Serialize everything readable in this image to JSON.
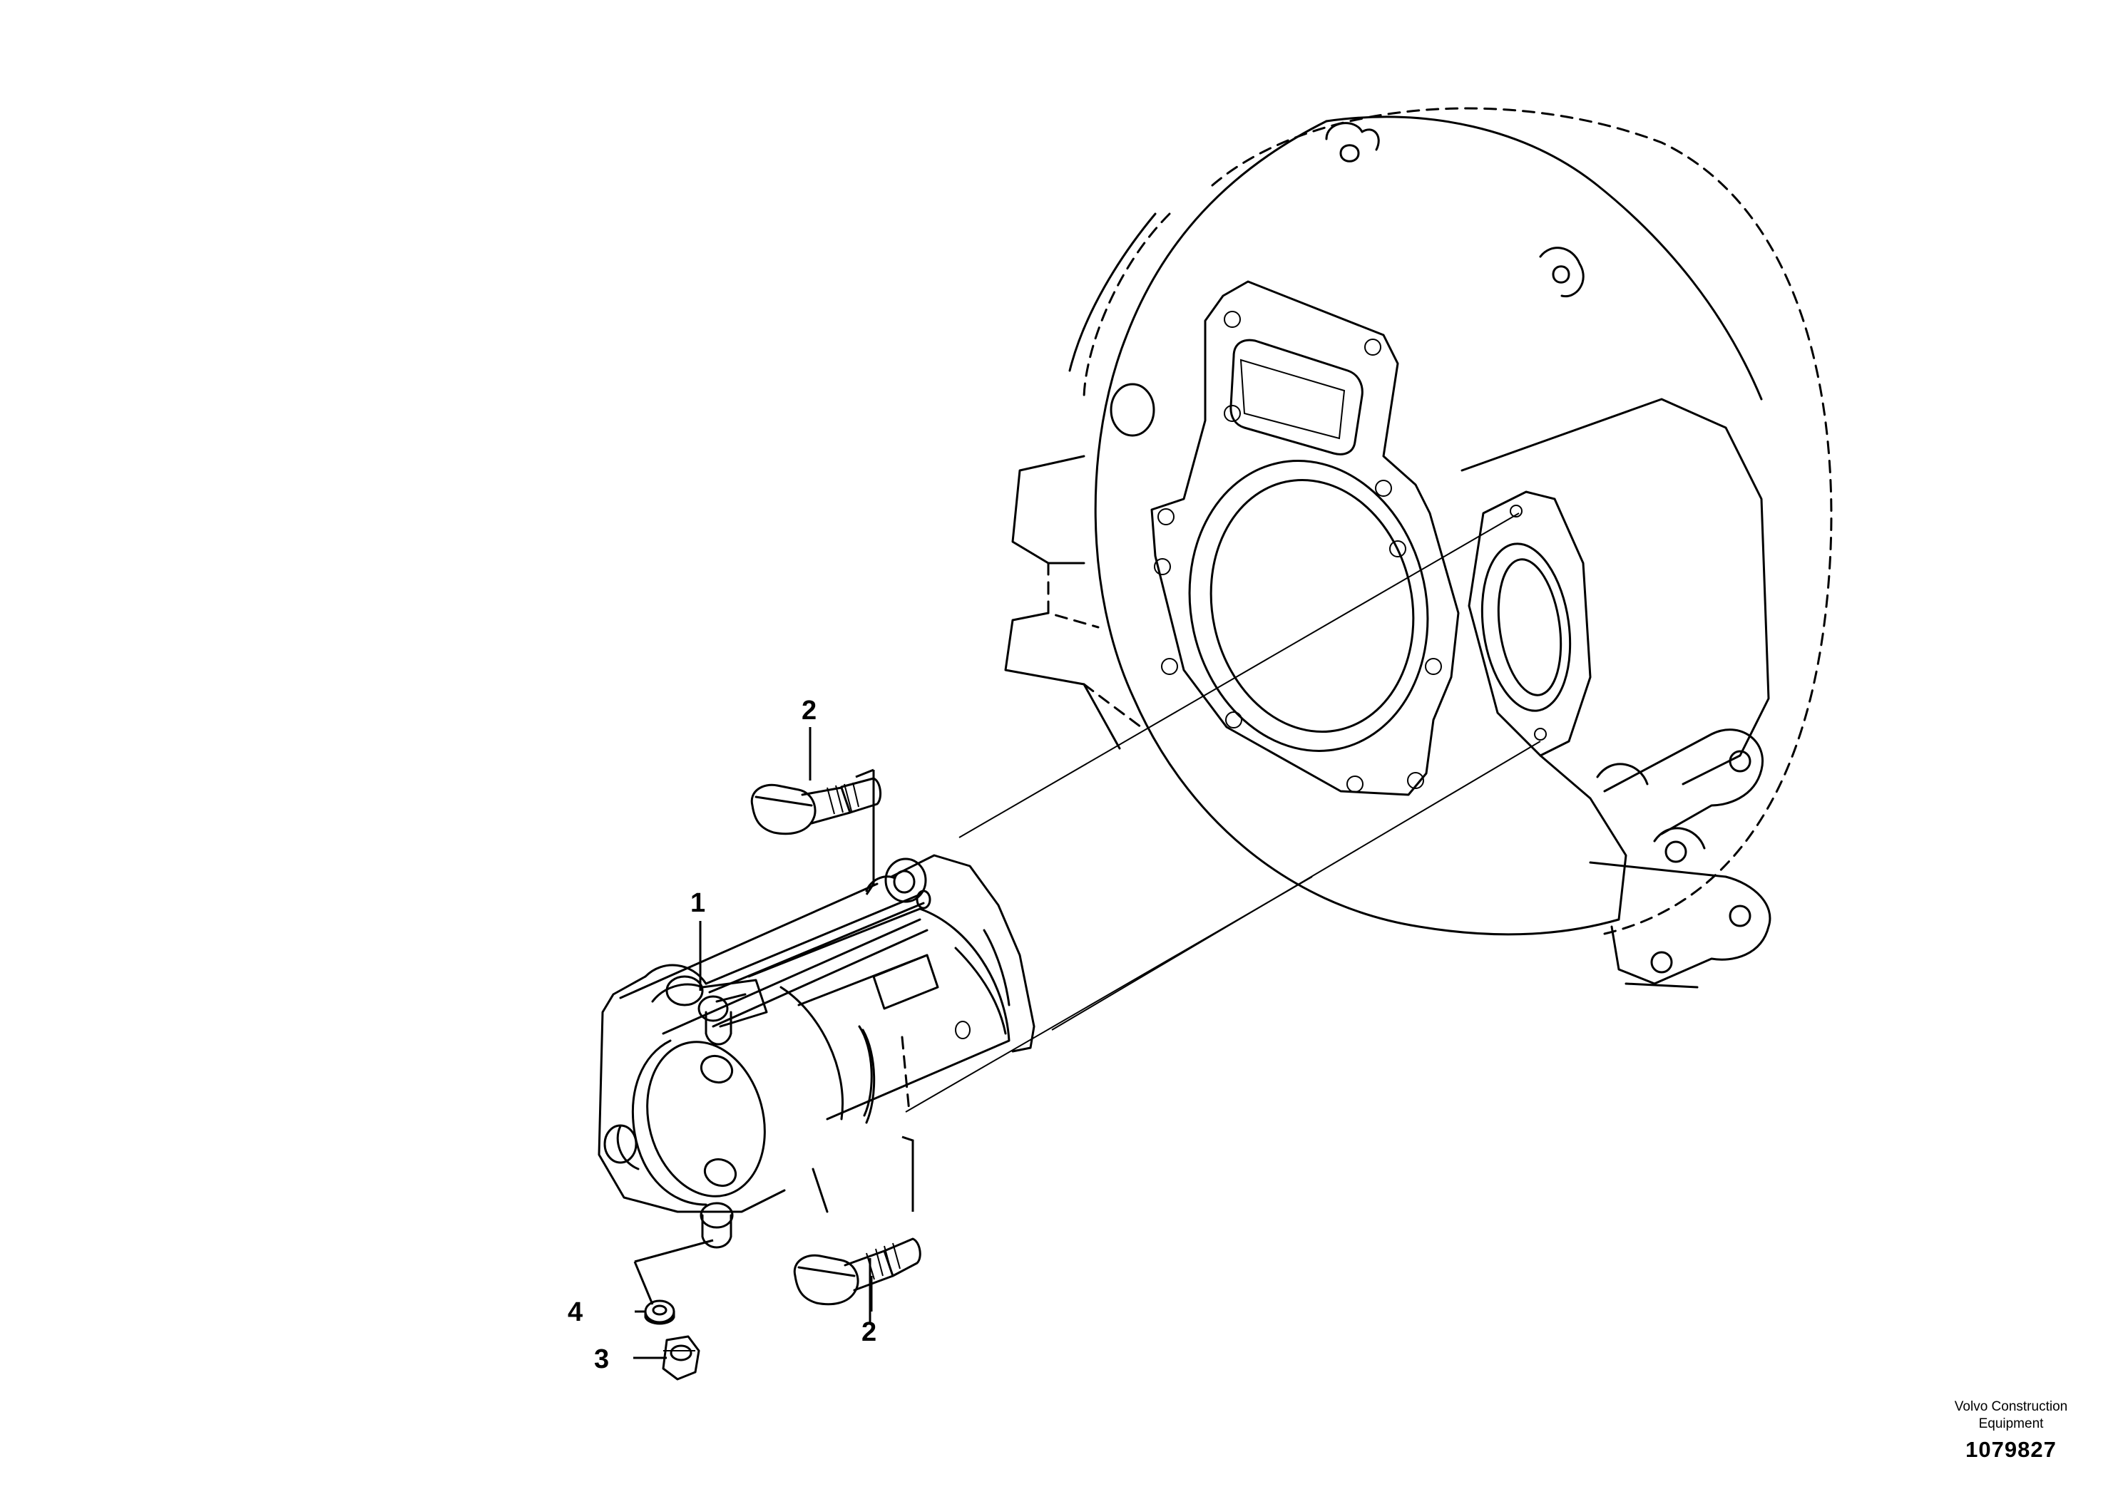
{
  "callouts": {
    "c1": "1",
    "c2_top": "2",
    "c2_bottom": "2",
    "c3": "3",
    "c4": "4"
  },
  "credit": {
    "brand_line1": "Volvo Construction",
    "brand_line2": "Equipment",
    "figure_number": "1079827"
  }
}
